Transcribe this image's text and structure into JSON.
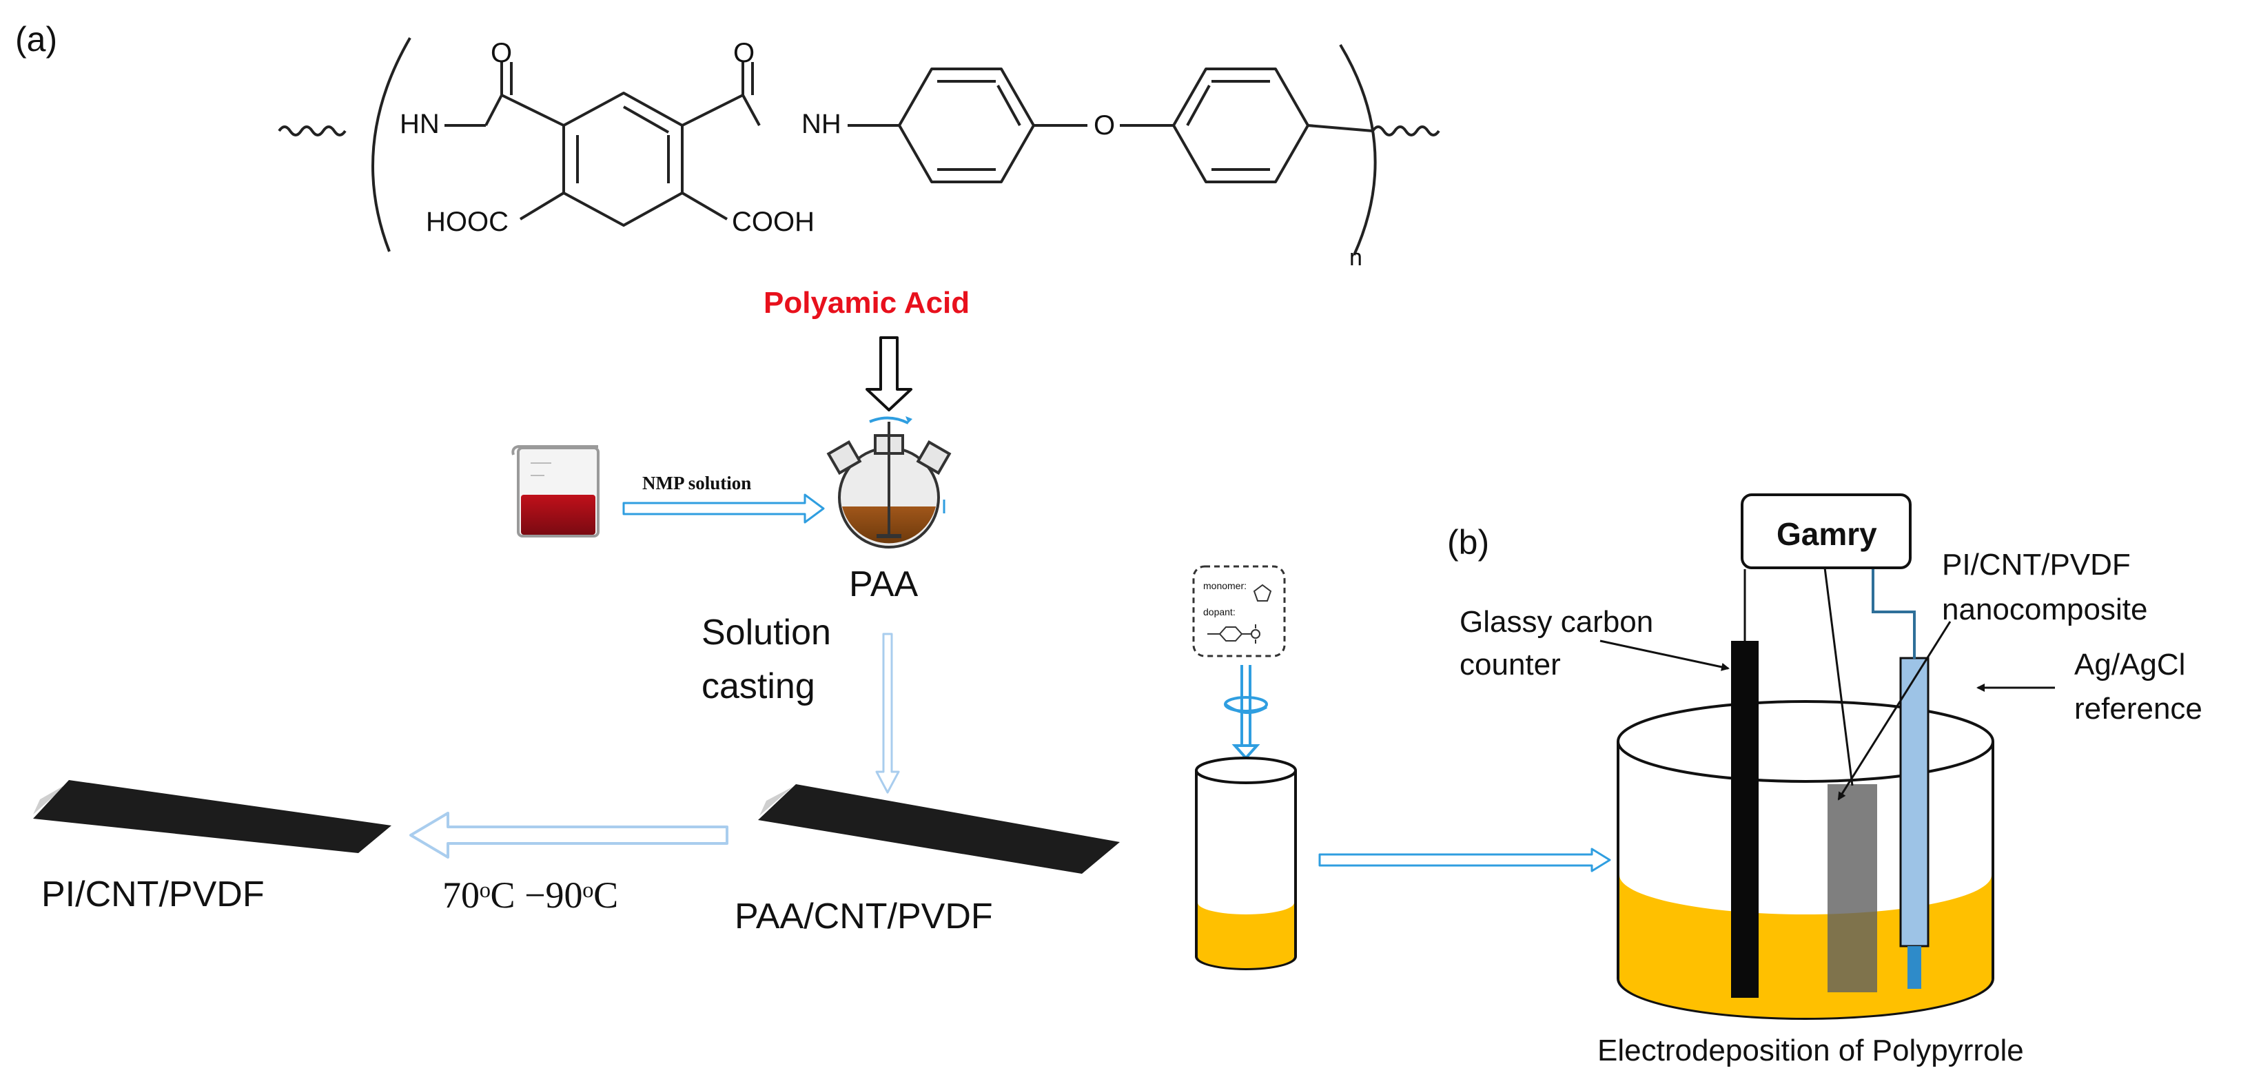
{
  "panel_labels": {
    "a": "(a)",
    "b": "(b)"
  },
  "chem": {
    "hn_left": "HN",
    "nh_right": "NH",
    "oxygen": "O",
    "carbonyl_o": "O",
    "hooc": "HOOC",
    "cooh": "COOH",
    "repeat_n": "n"
  },
  "flow": {
    "polymer_name": "Polyamic Acid",
    "nmp": "NMP solution",
    "paa": "PAA",
    "solution_casting_line1": "Solution",
    "solution_casting_line2": "casting",
    "paa_film": "PAA/CNT/PVDF",
    "temp_range": "70ᵒC −90ᵒC",
    "pi_film": "PI/CNT/PVDF"
  },
  "inset": {
    "monomer": "monomer:",
    "dopant": "dopant:"
  },
  "cell": {
    "gamry": "Gamry",
    "glassy1": "Glassy carbon",
    "glassy2": "counter",
    "pi1": "PI/CNT/PVDF",
    "pi2": "nanocomposite",
    "ag1": "Ag/AgCl",
    "ag2": "reference",
    "caption": "Electrodeposition of Polypyrrole"
  },
  "colors": {
    "polymer_name_red": "#e8101c",
    "arrow_blue": "#2f9ee0",
    "arrow_light_blue": "#a9cdee",
    "electrolyte_yellow": "#ffc000",
    "reference_blue": "#9dc3e6",
    "paa_brown": "#8a4a10"
  }
}
